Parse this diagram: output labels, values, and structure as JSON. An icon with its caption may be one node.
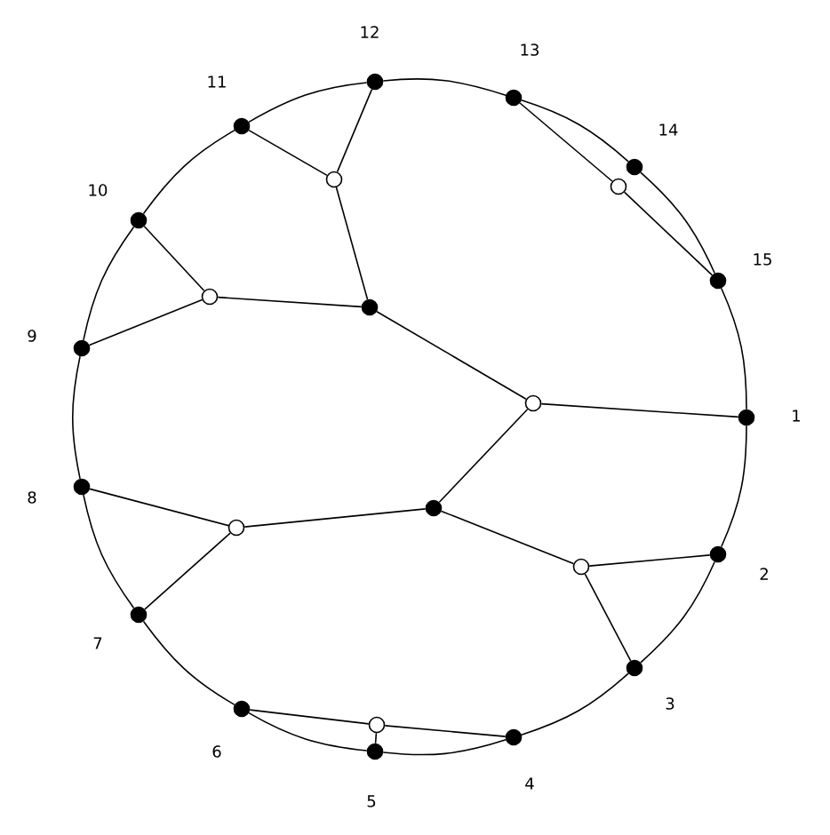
{
  "diagram": {
    "nodes": [
      {
        "text": [],
        "shape": "dot",
        "beside": [
          "1"
        ]
      },
      {
        "text": [],
        "shape": "dot",
        "beside": [
          "2"
        ]
      },
      {
        "text": [],
        "shape": "dot",
        "beside": [
          "3"
        ]
      },
      {
        "text": [],
        "shape": "dot",
        "beside": [
          "4"
        ]
      },
      {
        "text": [],
        "shape": "dot",
        "beside": [
          "5"
        ]
      },
      {
        "text": [],
        "shape": "dot",
        "beside": [
          "6"
        ]
      },
      {
        "text": [],
        "shape": "dot",
        "beside": [
          "7"
        ]
      },
      {
        "text": [],
        "shape": "dot",
        "beside": [
          "8"
        ]
      },
      {
        "text": [],
        "shape": "dot",
        "beside": [
          "9"
        ]
      },
      {
        "text": [],
        "shape": "dot",
        "beside": [
          "10"
        ]
      },
      {
        "text": [],
        "shape": "dot",
        "beside": [
          "11"
        ]
      },
      {
        "text": [],
        "shape": "dot",
        "beside": [
          "12"
        ]
      },
      {
        "text": [],
        "shape": "dot",
        "beside": [
          "13"
        ]
      },
      {
        "text": [],
        "shape": "dot",
        "beside": [
          "14"
        ]
      },
      {
        "text": [],
        "shape": "dot",
        "beside": [
          "15"
        ]
      },
      {
        "text": [],
        "shape": "circle"
      },
      {
        "text": [],
        "shape": "circle"
      },
      {
        "text": [],
        "shape": "circle"
      },
      {
        "text": [],
        "shape": "dot"
      },
      {
        "text": [],
        "shape": "circle"
      },
      {
        "text": [],
        "shape": "dot"
      },
      {
        "text": [],
        "shape": "circle"
      },
      {
        "text": [],
        "shape": "circle"
      },
      {
        "text": [],
        "shape": "circle"
      }
    ],
    "edges": [
      {
        "from": 0,
        "to": 1,
        "arrow": "none"
      },
      {
        "from": 1,
        "to": 2,
        "arrow": "none"
      },
      {
        "from": 2,
        "to": 3,
        "arrow": "none"
      },
      {
        "from": 3,
        "to": 4,
        "arrow": "none"
      },
      {
        "from": 4,
        "to": 5,
        "arrow": "none"
      },
      {
        "from": 5,
        "to": 6,
        "arrow": "none"
      },
      {
        "from": 6,
        "to": 7,
        "arrow": "none"
      },
      {
        "from": 7,
        "to": 8,
        "arrow": "none"
      },
      {
        "from": 8,
        "to": 9,
        "arrow": "none"
      },
      {
        "from": 9,
        "to": 10,
        "arrow": "none"
      },
      {
        "from": 10,
        "to": 11,
        "arrow": "none"
      },
      {
        "from": 11,
        "to": 12,
        "arrow": "none"
      },
      {
        "from": 12,
        "to": 13,
        "arrow": "none"
      },
      {
        "from": 13,
        "to": 14,
        "arrow": "none"
      },
      {
        "from": 14,
        "to": 0,
        "arrow": "none"
      },
      {
        "from": 19,
        "to": 0,
        "arrow": "none"
      },
      {
        "from": 19,
        "to": 18,
        "arrow": "none"
      },
      {
        "from": 19,
        "to": 20,
        "arrow": "none"
      },
      {
        "from": 18,
        "to": 15,
        "arrow": "none"
      },
      {
        "from": 18,
        "to": 17,
        "arrow": "none"
      },
      {
        "from": 15,
        "to": 10,
        "arrow": "none"
      },
      {
        "from": 15,
        "to": 11,
        "arrow": "none"
      },
      {
        "from": 17,
        "to": 9,
        "arrow": "none"
      },
      {
        "from": 17,
        "to": 8,
        "arrow": "none"
      },
      {
        "from": 20,
        "to": 21,
        "arrow": "none"
      },
      {
        "from": 20,
        "to": 22,
        "arrow": "none"
      },
      {
        "from": 21,
        "to": 7,
        "arrow": "none"
      },
      {
        "from": 21,
        "to": 6,
        "arrow": "none"
      },
      {
        "from": 22,
        "to": 1,
        "arrow": "none"
      },
      {
        "from": 22,
        "to": 2,
        "arrow": "none"
      },
      {
        "from": 16,
        "to": 12,
        "arrow": "none"
      },
      {
        "from": 16,
        "to": 14,
        "arrow": "none"
      },
      {
        "from": 23,
        "to": 5,
        "arrow": "none"
      },
      {
        "from": 23,
        "to": 3,
        "arrow": "none"
      },
      {
        "from": 23,
        "to": 4,
        "arrow": "none"
      }
    ]
  }
}
